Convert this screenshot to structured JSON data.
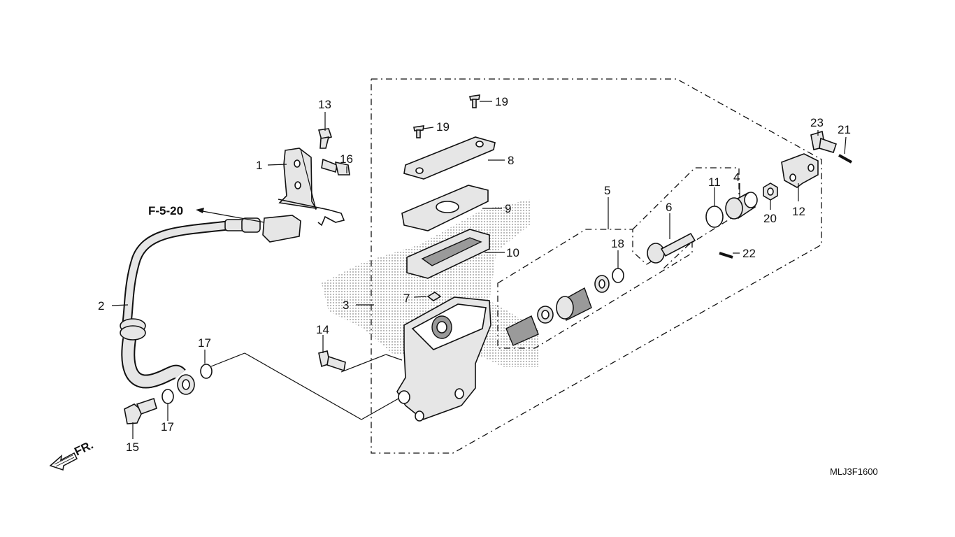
{
  "diagram": {
    "figure_code": "MLJ3F1600",
    "reference_label": "F-5-20",
    "direction_label": "FR.",
    "callouts": {
      "c1": "1",
      "c2": "2",
      "c3": "3",
      "c4": "4",
      "c5": "5",
      "c6": "6",
      "c7": "7",
      "c8": "8",
      "c9": "9",
      "c10": "10",
      "c11": "11",
      "c12": "12",
      "c13": "13",
      "c14": "14",
      "c15": "15",
      "c16": "16",
      "c17a": "17",
      "c17b": "17",
      "c18": "18",
      "c19a": "19",
      "c19b": "19",
      "c20": "20",
      "c21": "21",
      "c22": "22",
      "c23": "23"
    }
  }
}
